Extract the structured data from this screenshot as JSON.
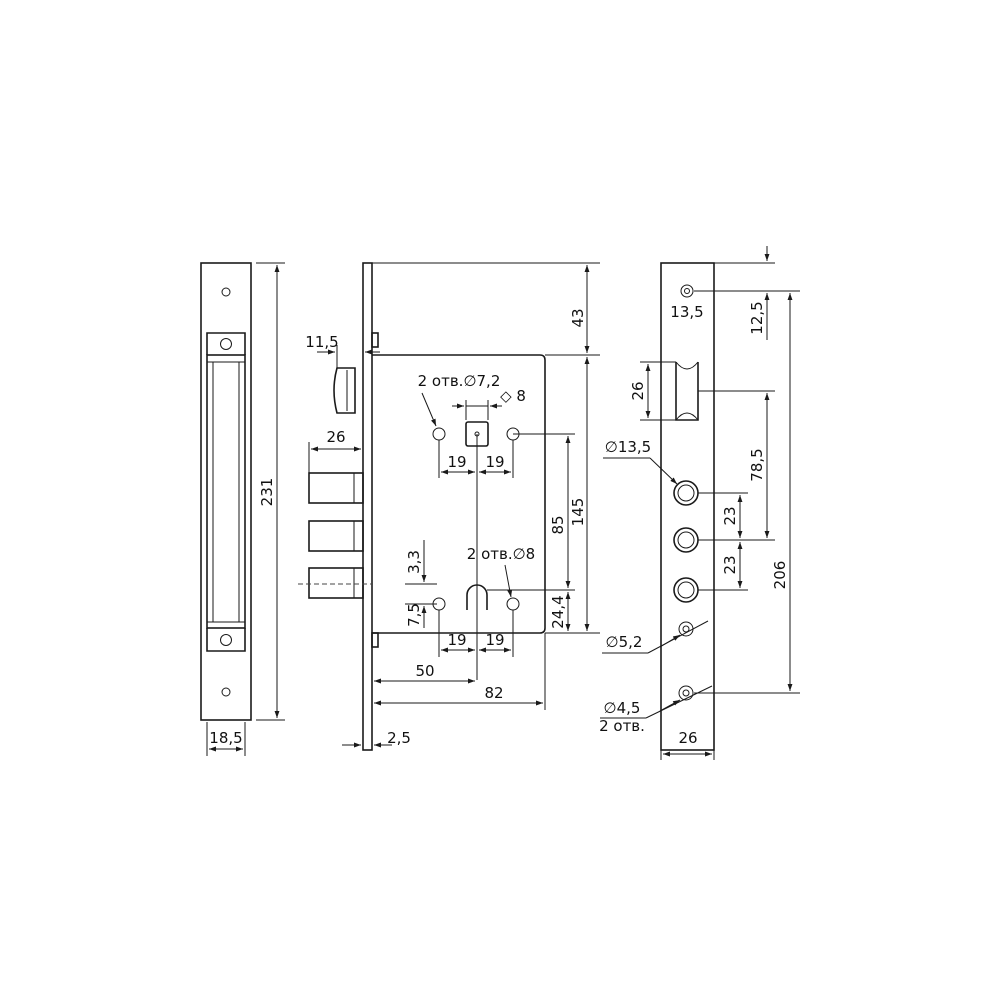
{
  "drawing": {
    "strike_plate": {
      "height_label": "231",
      "width_label": "18,5"
    },
    "lock_body": {
      "top_label": "43",
      "bolt_offset_label": "11,5",
      "bolt_length_label": "26",
      "holes_top_label": "2 отв.∅7,2",
      "square_label": "◇ 8",
      "spacing_top_left": "19",
      "spacing_top_right": "19",
      "dim_85": "85",
      "dim_145": "145",
      "dim_3_3": "3,3",
      "holes_bottom_label": "2 отв.∅8",
      "dim_7_5": "7,5",
      "dim_24_4": "24,4",
      "spacing_bottom_left": "19",
      "spacing_bottom_right": "19",
      "backset_label": "50",
      "depth_label": "82",
      "faceplate_thickness_label": "2,5"
    },
    "faceplate": {
      "top_offset_label": "12,5",
      "hole_top_label": "13,5",
      "slot_label": "26",
      "bolt_hole_dia_label": "∅13,5",
      "dim_78_5": "78,5",
      "pitch_1": "23",
      "pitch_2": "23",
      "screw_dia_label": "∅5,2",
      "total_label": "206",
      "mount_dia_label": "∅4,5",
      "mount_count_label": "2 отв.",
      "width_label": "26"
    }
  }
}
